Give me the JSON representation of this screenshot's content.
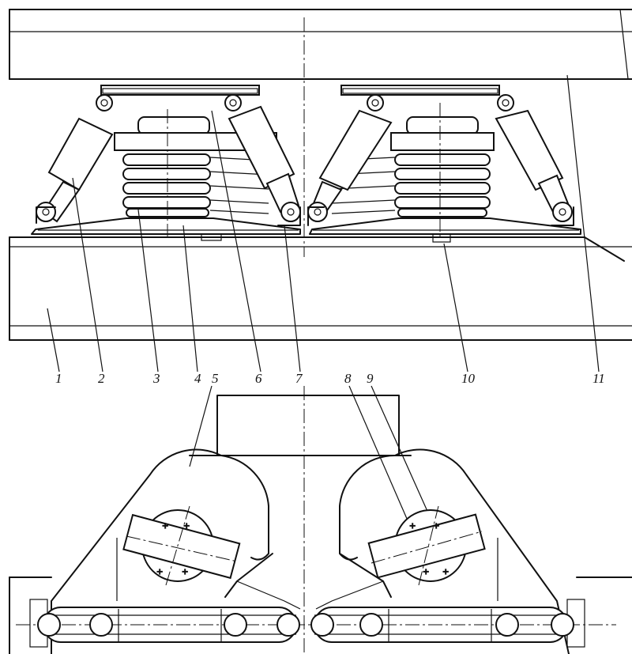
{
  "figure": {
    "callouts": [
      "1",
      "2",
      "3",
      "4",
      "5",
      "6",
      "7",
      "10",
      "11",
      "8",
      "9"
    ]
  }
}
